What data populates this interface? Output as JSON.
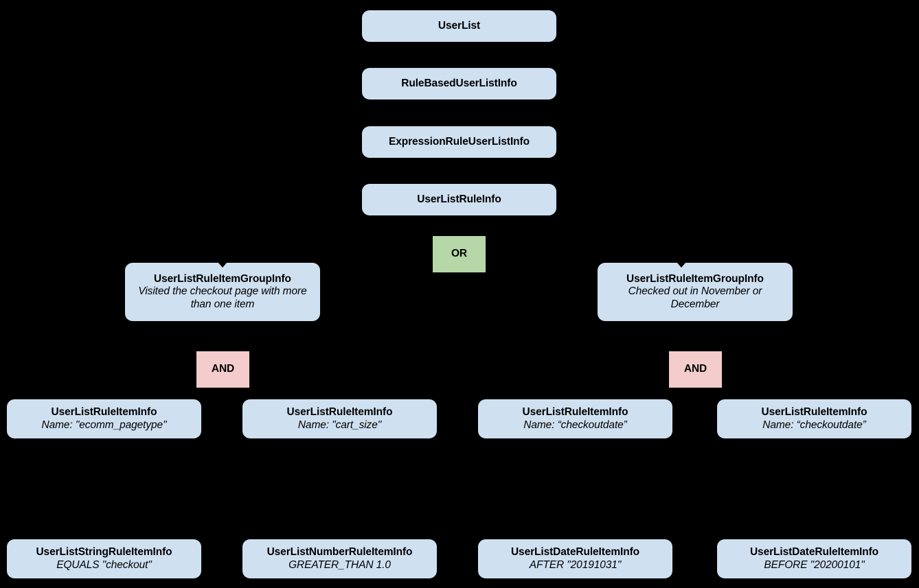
{
  "diagram": {
    "type": "hierarchy-tree",
    "background_color": "#000000",
    "colors": {
      "entity_box": "#cfe0f1",
      "or_operator": "#b6d7a8",
      "and_operator": "#f4cccc",
      "text": "#000000"
    },
    "nodes": {
      "user_list": {
        "title": "UserList"
      },
      "rule_based_user_list_info": {
        "title": "RuleBasedUserListInfo"
      },
      "expression_rule_user_list_info": {
        "title": "ExpressionRuleUserListInfo"
      },
      "user_list_rule_info": {
        "title": "UserListRuleInfo"
      },
      "or_operator": {
        "label": "OR"
      },
      "group_left": {
        "title": "UserListRuleItemGroupInfo",
        "subtitle": "Visited the checkout page with more than one item"
      },
      "group_right": {
        "title": "UserListRuleItemGroupInfo",
        "subtitle": "Checked out in November or December"
      },
      "and_operator_left": {
        "label": "AND"
      },
      "and_operator_right": {
        "label": "AND"
      },
      "rule_item_1": {
        "title": "UserListRuleItemInfo",
        "subtitle": "Name: \"ecomm_pagetype\""
      },
      "rule_item_2": {
        "title": "UserListRuleItemInfo",
        "subtitle": "Name: \"cart_size\""
      },
      "rule_item_3": {
        "title": "UserListRuleItemInfo",
        "subtitle": "Name: “checkoutdate”"
      },
      "rule_item_4": {
        "title": "UserListRuleItemInfo",
        "subtitle": "Name: “checkoutdate”"
      },
      "leaf_1": {
        "title": "UserListStringRuleItemInfo",
        "subtitle": "EQUALS \"checkout\""
      },
      "leaf_2": {
        "title": "UserListNumberRuleItemInfo",
        "subtitle": "GREATER_THAN 1.0"
      },
      "leaf_3": {
        "title": "UserListDateRuleItemInfo",
        "subtitle": "AFTER \"20191031\""
      },
      "leaf_4": {
        "title": "UserListDateRuleItemInfo",
        "subtitle": "BEFORE \"20200101\""
      }
    }
  }
}
